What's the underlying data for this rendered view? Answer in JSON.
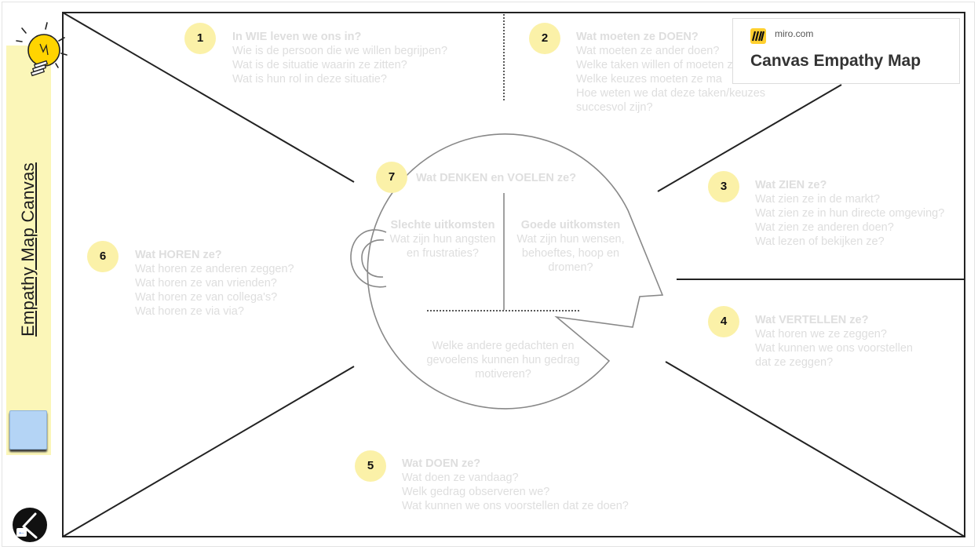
{
  "sidebar": {
    "title": "Empathy Map Canvas"
  },
  "card": {
    "domain": "miro.com",
    "title": "Canvas Empathy Map"
  },
  "sections": {
    "s1": {
      "number": "1",
      "lines": [
        "In WIE leven we ons in?",
        "Wie is de persoon die we willen begrijpen?",
        "Wat is de situatie waarin ze zitten?",
        "Wat is hun rol in deze situatie?"
      ]
    },
    "s2": {
      "number": "2",
      "lines": [
        "Wat moeten ze DOEN?",
        "Wat moeten ze ander doen?",
        "Welke taken willen of moeten ze",
        "Welke keuzes moeten ze ma",
        "Hoe weten we dat deze taken/keuzes",
        "succesvol zijn?"
      ]
    },
    "s3": {
      "number": "3",
      "lines": [
        "Wat ZIEN ze?",
        "Wat zien ze in de markt?",
        "Wat zien ze in hun directe omgeving?",
        "Wat zien ze anderen doen?",
        "Wat lezen of bekijken ze?"
      ]
    },
    "s4": {
      "number": "4",
      "lines": [
        "Wat VERTELLEN ze?",
        "Wat horen we ze zeggen?",
        "Wat kunnen we ons voorstellen",
        "dat ze zeggen?"
      ]
    },
    "s5": {
      "number": "5",
      "lines": [
        "Wat DOEN ze?",
        "Wat doen ze vandaag?",
        "Welk gedrag observeren we?",
        "Wat kunnen we ons voorstellen dat ze doen?"
      ]
    },
    "s6": {
      "number": "6",
      "lines": [
        "Wat HOREN ze?",
        "Wat horen ze anderen zeggen?",
        "Wat horen ze van vrienden?",
        "Wat horen ze van collega's?",
        "Wat horen ze via via?"
      ]
    },
    "s7": {
      "number": "7",
      "title": "Wat DENKEN en VOELEN ze?"
    }
  },
  "head": {
    "bad": {
      "title": "Slechte uitkomsten",
      "lines": [
        "Wat zijn hun angsten",
        "en frustraties?"
      ]
    },
    "good": {
      "title": "Goede uitkomsten",
      "lines": [
        "Wat zijn hun wensen,",
        "behoeftes, hoop en",
        "dromen?"
      ]
    },
    "other": {
      "lines": [
        "Welke andere gedachten en",
        "gevoelens kunnen hun gedrag",
        "motiveren?"
      ]
    }
  },
  "icons": {
    "bulb": "lightbulb-icon",
    "sticky": "sticky-note-icon",
    "back": "back-arrow-icon",
    "logo": "miro-logo-icon"
  },
  "colors": {
    "accent_yellow": "#fbf1a8",
    "sidebar_yellow": "#fbf6b8",
    "faded_text": "#dedede"
  }
}
